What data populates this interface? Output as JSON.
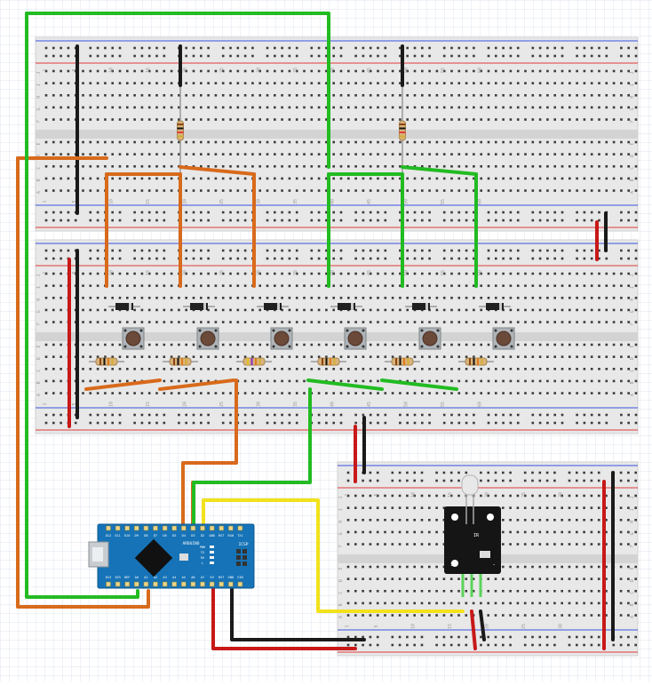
{
  "colors": {
    "grid": "#dbe3f0",
    "board": "#e8e8e8",
    "boardEdge": "#cfcfcf",
    "channel": "#d3d3d3",
    "hole": "#3a3a3a",
    "holeActive": "#37c837",
    "railRed": "#e03a3a",
    "railBlue": "#3a55e0",
    "wireGreen": "#22bb22",
    "wireOrange": "#d86a1c",
    "wireBlack": "#1a1a1a",
    "wireRed": "#c81818",
    "wireYellow": "#f2e21b",
    "nano": "#1673b7",
    "irBlack": "#151515"
  },
  "icons": [
    "pushbutton-icon",
    "diode-icon",
    "resistor-icon",
    "usb-port-icon",
    "chip-icon",
    "ir-led-icon"
  ],
  "arduino": {
    "name": "ARDUINO",
    "pins_top": [
      "D12",
      "D11",
      "D10",
      "D9",
      "D8",
      "D7",
      "D6",
      "D5",
      "D4",
      "D3",
      "D2",
      "GND",
      "RST",
      "RX0",
      "TX1"
    ],
    "pins_bottom": [
      "D13",
      "3V3",
      "REF",
      "A0",
      "A1",
      "A2",
      "A3",
      "A4",
      "A5",
      "A6",
      "A7",
      "5V",
      "RST",
      "GND",
      "VIN"
    ],
    "icsp": "ICSP",
    "labels": [
      "PWR",
      "TX",
      "RX",
      "L"
    ]
  },
  "ir_module": {
    "pins": [
      "S",
      "",
      "-"
    ],
    "label": "IR"
  },
  "columns": {
    "top_board": [
      "1",
      "5",
      "10",
      "15",
      "20",
      "25",
      "30",
      "35",
      "40",
      "45",
      "50",
      "55",
      "60"
    ],
    "mid_board": [
      "1",
      "5",
      "10",
      "15",
      "20",
      "25",
      "30",
      "35",
      "40",
      "45",
      "50",
      "55",
      "60"
    ],
    "bottom_board": [
      "1",
      "5",
      "10",
      "15",
      "20",
      "25",
      "30"
    ]
  },
  "rows": {
    "top": [
      "J",
      "I",
      "H",
      "G",
      "F"
    ],
    "bottom": [
      "E",
      "D",
      "C",
      "B",
      "A"
    ]
  }
}
